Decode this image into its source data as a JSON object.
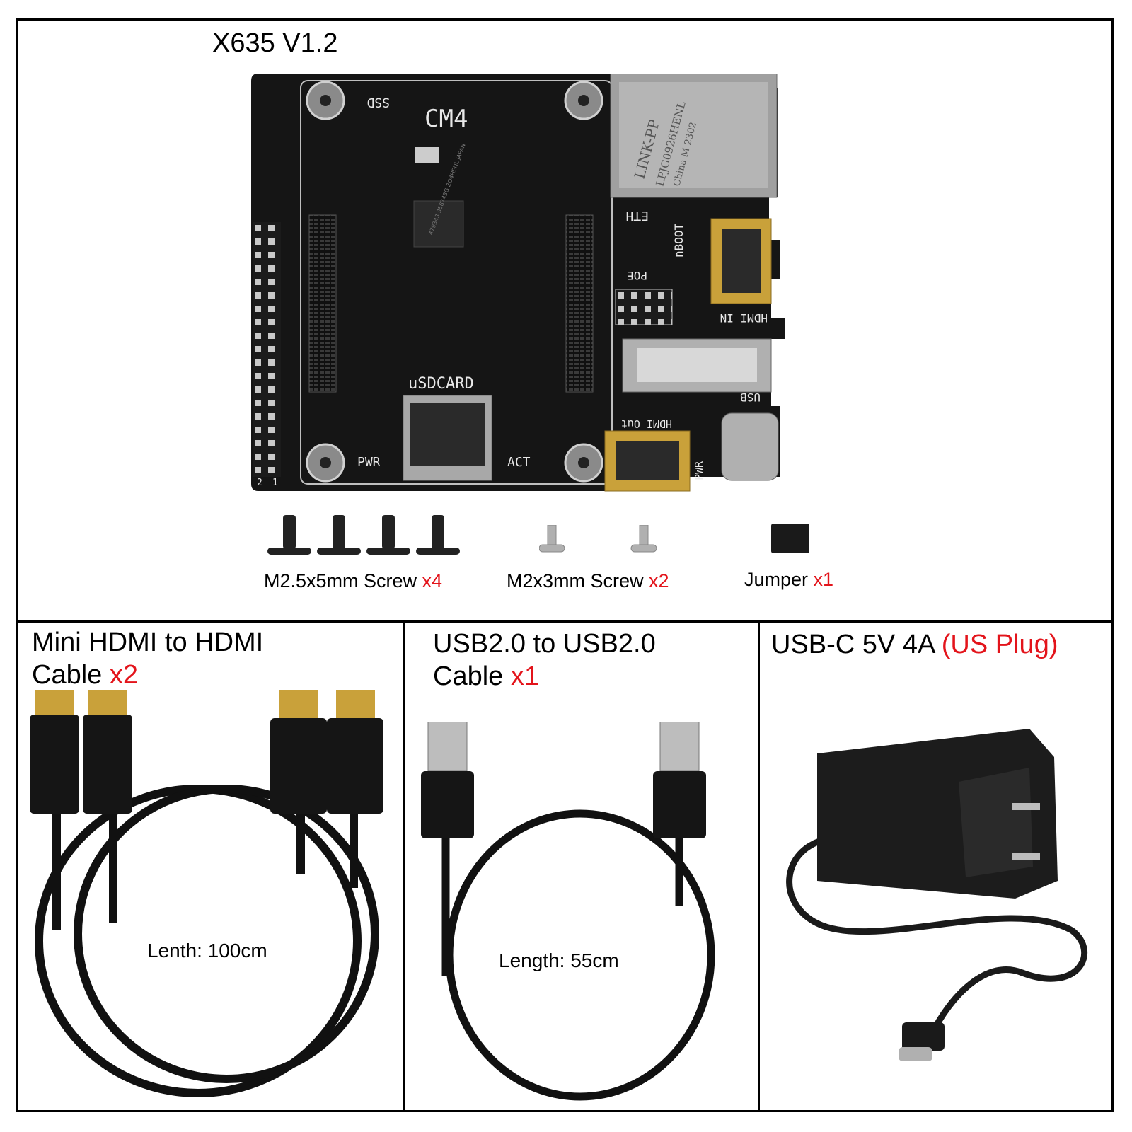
{
  "board": {
    "title": "X635 V1.2",
    "silk": {
      "ssd": "SSD",
      "cm4": "CM4",
      "eth": "ETH",
      "nboot": "nBOOT",
      "poe": "POE",
      "hdmi_in": "HDMI IN",
      "usb": "USB",
      "hdmi_out": "HDMI Out",
      "pwr_right": "PWR",
      "usdcard": "uSDCARD",
      "pwr": "PWR",
      "act": "ACT",
      "pin1": "1",
      "pin2": "2",
      "rj45_brand": "LINK-PP",
      "rj45_model": "LPJG0926HENL",
      "rj45_origin": "China M 2302",
      "chip": "479343 358743G ZO4HENL JAPAN"
    }
  },
  "accessories": [
    {
      "label": "M2.5x5mm Screw ",
      "qty": "x4"
    },
    {
      "label": "M2x3mm Screw ",
      "qty": "x2"
    },
    {
      "label": "Jumper ",
      "qty": "x1"
    }
  ],
  "panels": {
    "hdmi": {
      "line1": "Mini HDMI to HDMI",
      "line2": "Cable ",
      "qty": "x2",
      "length": "Lenth: 100cm"
    },
    "usb": {
      "line1": "USB2.0 to USB2.0",
      "line2": "Cable ",
      "qty": "x1",
      "length": "Length: 55cm"
    },
    "power": {
      "label": "USB-C 5V 4A ",
      "plug": "(US Plug)"
    }
  },
  "colors": {
    "accent": "#e3141b",
    "pcb": "#151515",
    "gold": "#c9a13a"
  }
}
